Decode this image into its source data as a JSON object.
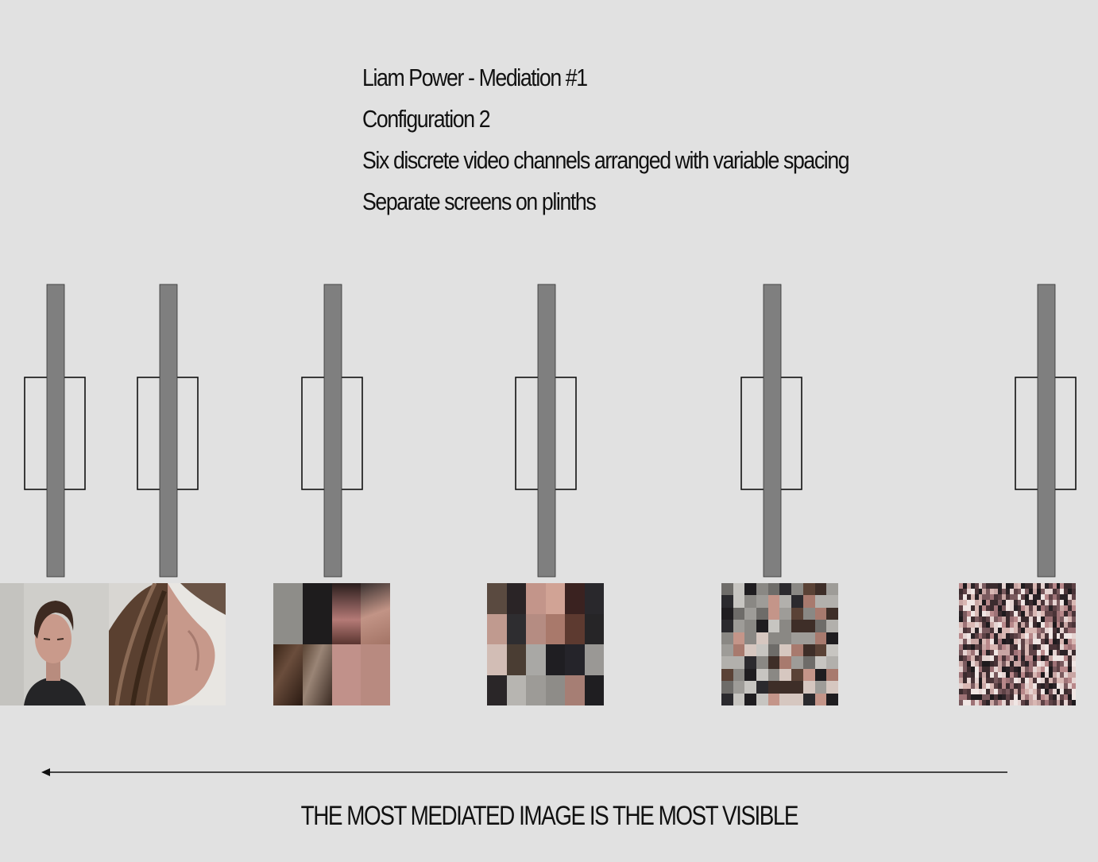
{
  "header": {
    "lines": [
      "Liam Power - Mediation #1",
      "Configuration 2",
      "Six discrete video channels arranged with variable spacing",
      "Separate screens on plinths"
    ]
  },
  "channels": [
    {
      "grid": "1x1",
      "pixelation": "none"
    },
    {
      "grid": "1x2",
      "pixelation": "none"
    },
    {
      "grid": "2x4",
      "pixelation": "low"
    },
    {
      "grid": "4x6",
      "pixelation": "medium"
    },
    {
      "grid": "10x10",
      "pixelation": "high"
    },
    {
      "grid": "22x30",
      "pixelation": "very-high"
    }
  ],
  "footer": {
    "direction": "right-to-left",
    "caption": "THE MOST MEDIATED IMAGE IS THE MOST VISIBLE"
  },
  "colors": {
    "background": "#e1e1e1",
    "plinth_fill": "#7f7f7f",
    "screen_outline": "#111111",
    "skin": "#c79a8e",
    "hair": "#4a3226",
    "dark": "#1e1c1f",
    "grey": "#9a9a96"
  }
}
